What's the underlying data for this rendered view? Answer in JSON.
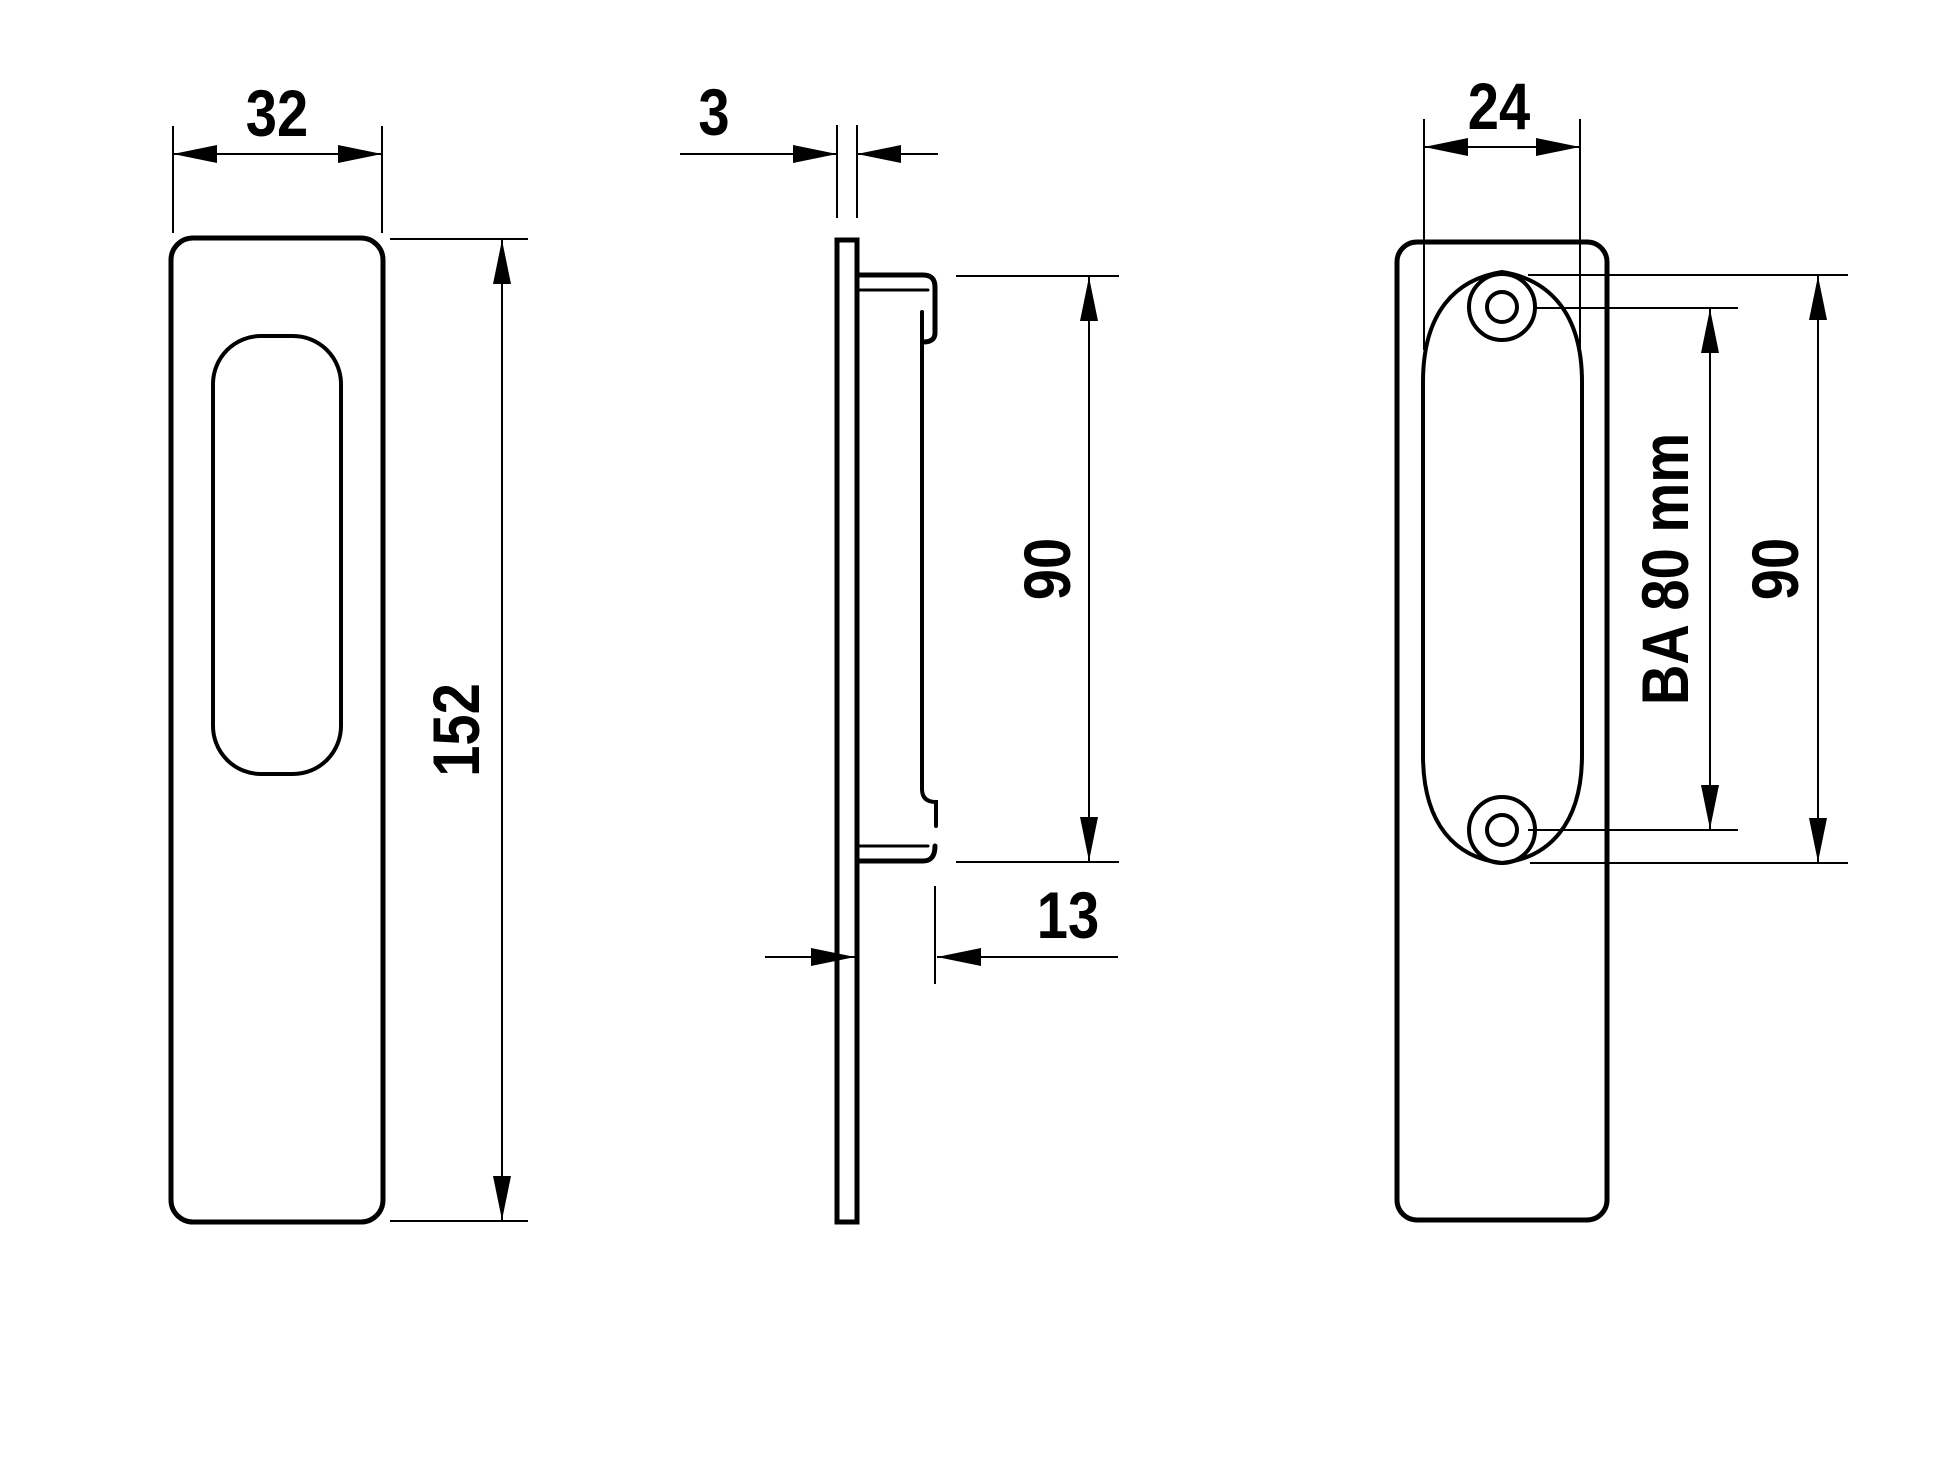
{
  "drawing": {
    "kind": "technical-drawing",
    "subject": "flush pull handle, three orthographic views",
    "views": [
      {
        "id": "front",
        "name": "front view"
      },
      {
        "id": "side",
        "name": "side profile view"
      },
      {
        "id": "back",
        "name": "back view"
      }
    ]
  },
  "dimensions": {
    "front_width": {
      "label": "32",
      "value": 32,
      "unit": "mm"
    },
    "front_height": {
      "label": "152",
      "value": 152,
      "unit": "mm"
    },
    "plate_thickness": {
      "label": "3",
      "value": 3,
      "unit": "mm"
    },
    "side_body_height": {
      "label": "90",
      "value": 90,
      "unit": "mm"
    },
    "body_depth": {
      "label": "13",
      "value": 13,
      "unit": "mm"
    },
    "back_insert_width": {
      "label": "24",
      "value": 24,
      "unit": "mm"
    },
    "hole_spacing": {
      "label": "BA 80 mm",
      "value": 80,
      "unit": "mm"
    },
    "back_insert_height": {
      "label": "90",
      "value": 90,
      "unit": "mm"
    }
  },
  "colors": {
    "line": "#000000",
    "background": "#ffffff"
  }
}
